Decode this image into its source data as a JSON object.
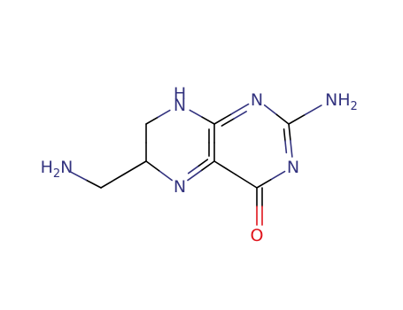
{
  "molecule": {
    "colors": {
      "bond": "#000000",
      "nitrogen": "#33337f",
      "oxygen": "#e0141c"
    },
    "atoms": [
      {
        "id": "n8",
        "text": "H",
        "sub": "",
        "prefix": "N",
        "element": "N",
        "label": "NH ring nitrogen (N8)"
      },
      {
        "id": "n1",
        "text": "N",
        "sub": "",
        "prefix": "",
        "element": "N",
        "label": "ring nitrogen N1"
      },
      {
        "id": "nh2",
        "text": "NH",
        "sub": "2",
        "prefix": "",
        "element": "N",
        "label": "amino group"
      },
      {
        "id": "n3",
        "text": "N",
        "sub": "",
        "prefix": "",
        "element": "N",
        "label": "ring nitrogen N3"
      },
      {
        "id": "n5",
        "text": "N",
        "sub": "",
        "prefix": "",
        "element": "N",
        "label": "ring nitrogen N5"
      },
      {
        "id": "o4",
        "text": "O",
        "sub": "",
        "prefix": "",
        "element": "O",
        "label": "carbonyl oxygen"
      },
      {
        "id": "h2n",
        "text": "N",
        "sub": "2",
        "prefix": "H",
        "element": "N",
        "label": "aminomethyl nitrogen"
      }
    ]
  }
}
